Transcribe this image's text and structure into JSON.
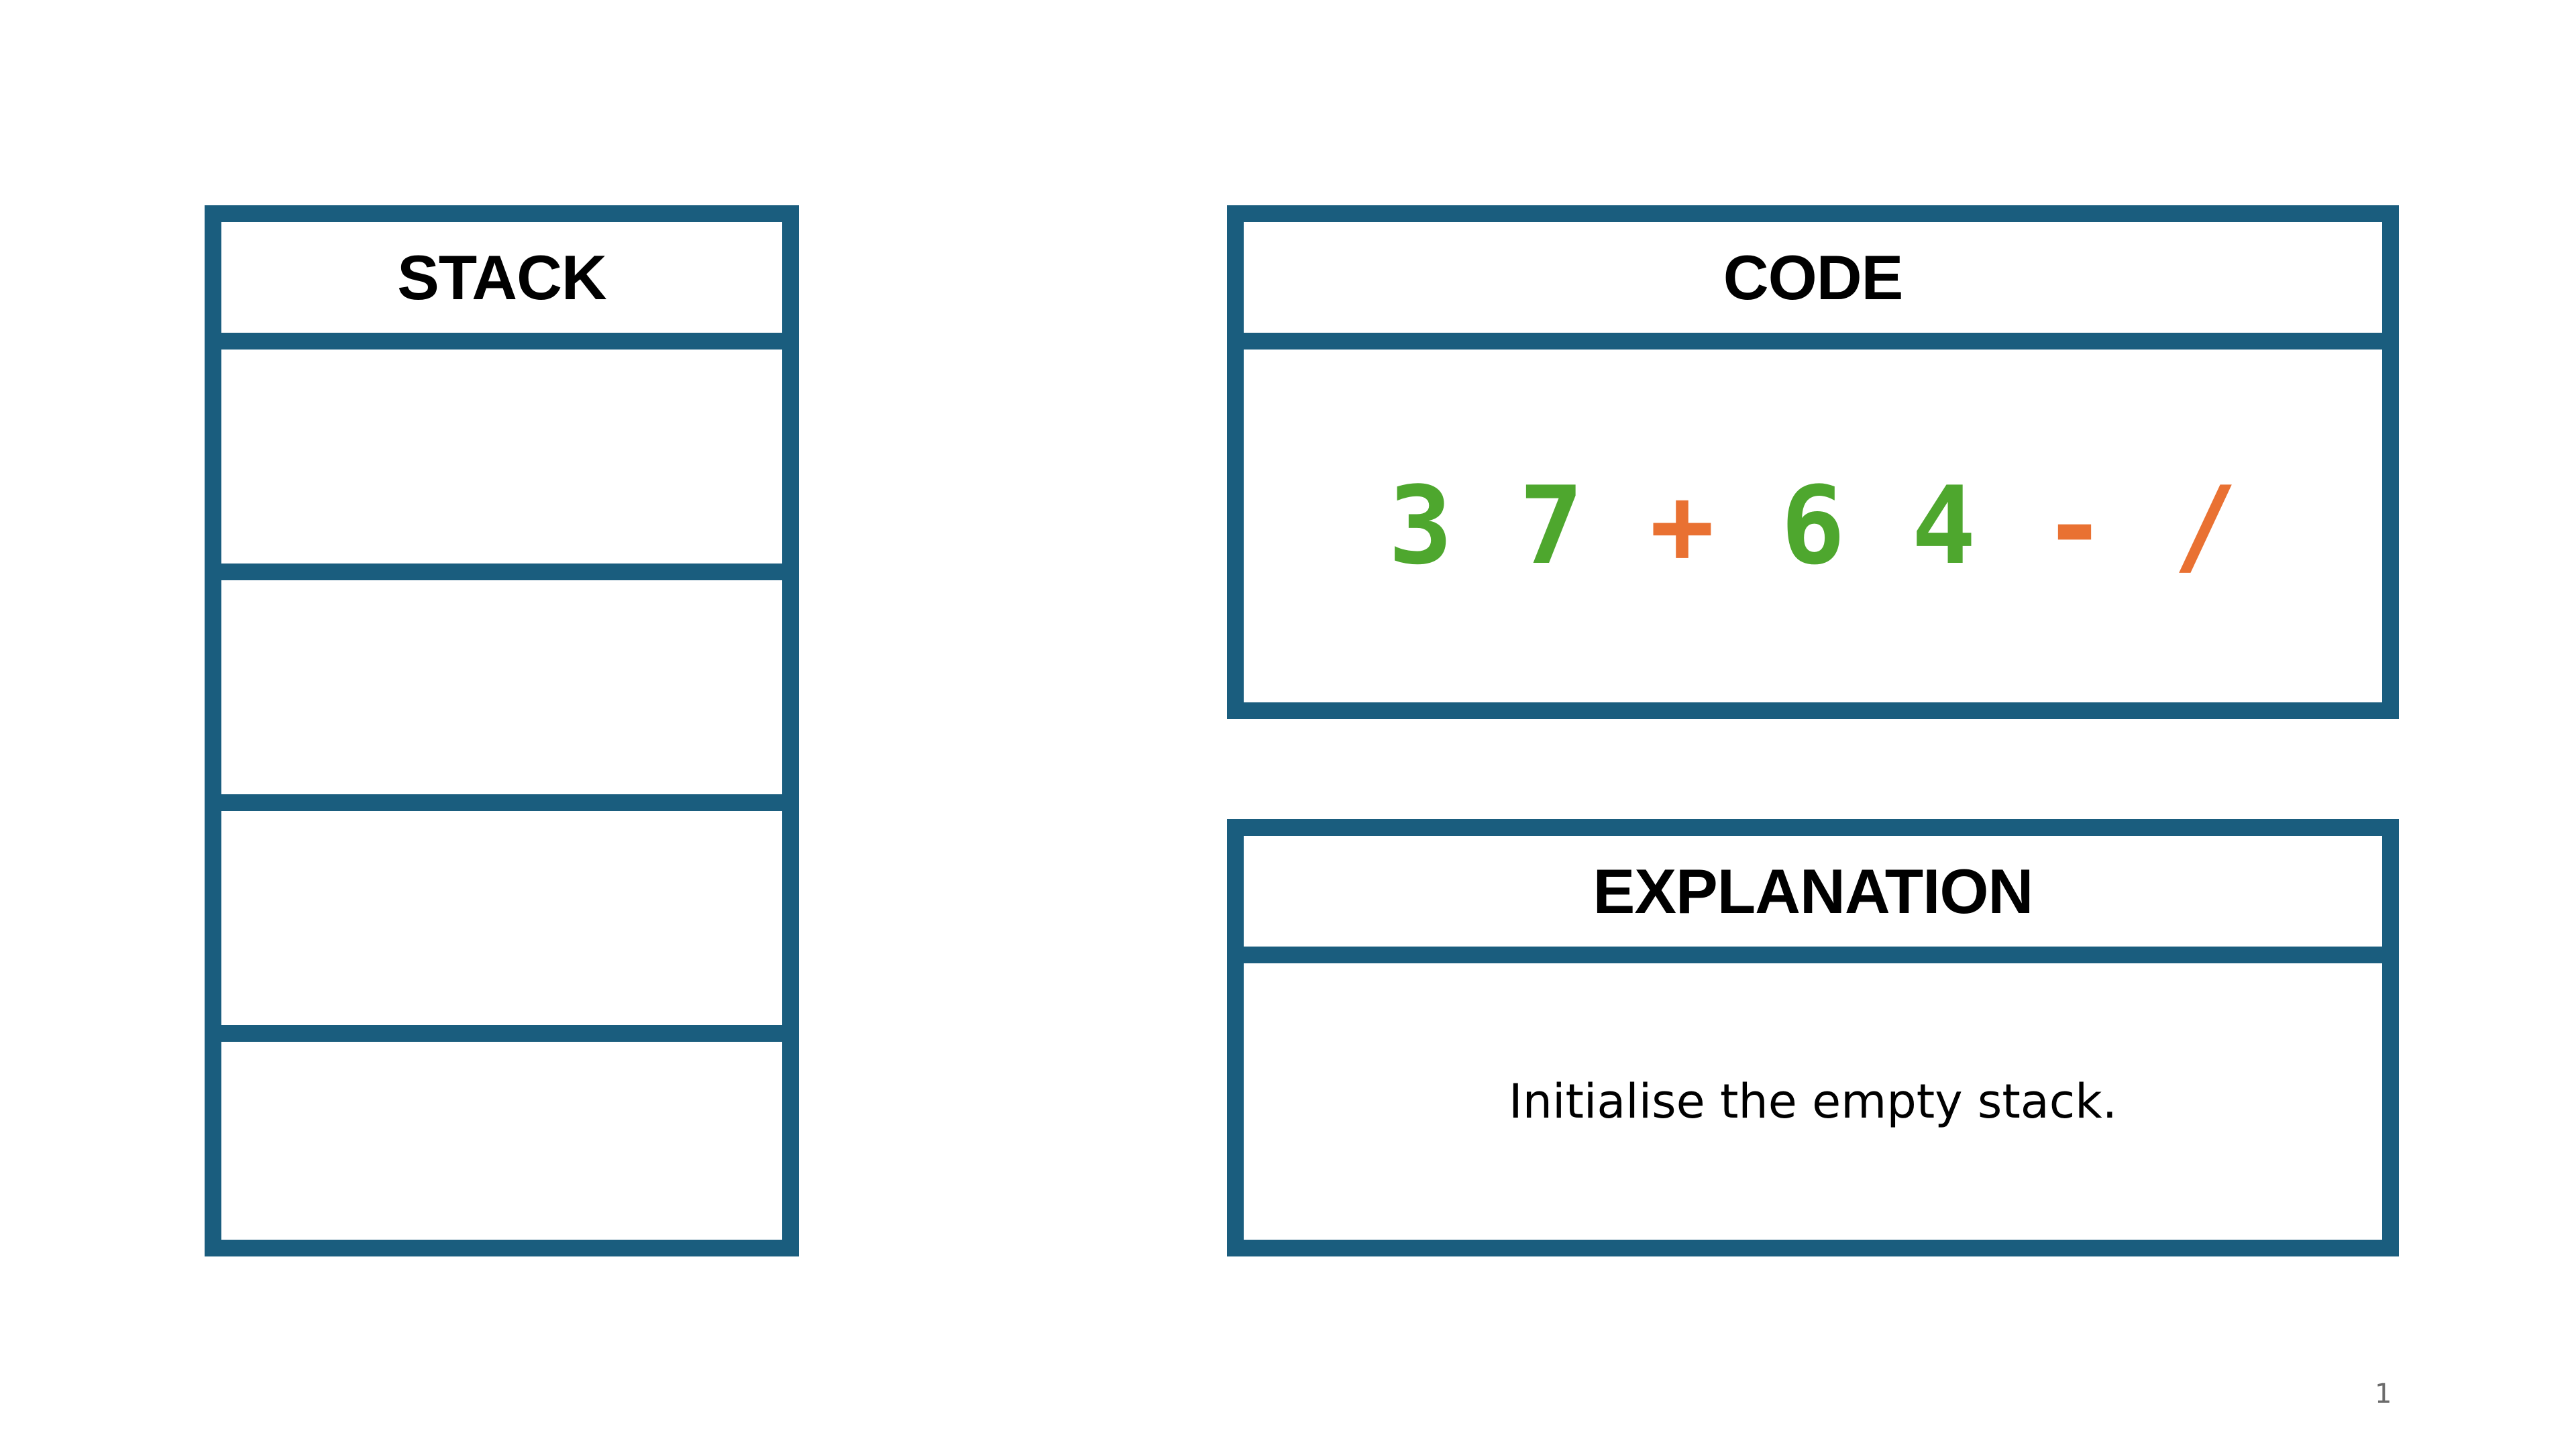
{
  "colors": {
    "border": "#1a5d7e",
    "operand": "#4ea72e",
    "operator": "#e97132",
    "text": "#000000",
    "page_number": "#6b6b6b"
  },
  "stack": {
    "title": "STACK",
    "slots": [
      "",
      "",
      "",
      ""
    ]
  },
  "code": {
    "title": "CODE",
    "tokens": [
      {
        "text": "3",
        "kind": "operand"
      },
      {
        "text": "7",
        "kind": "operand"
      },
      {
        "text": "+",
        "kind": "operator"
      },
      {
        "text": "6",
        "kind": "operand"
      },
      {
        "text": "4",
        "kind": "operand"
      },
      {
        "text": "-",
        "kind": "operator"
      },
      {
        "text": "/",
        "kind": "operator"
      }
    ]
  },
  "explanation": {
    "title": "EXPLANATION",
    "text": "Initialise the empty stack."
  },
  "page_number": "1"
}
